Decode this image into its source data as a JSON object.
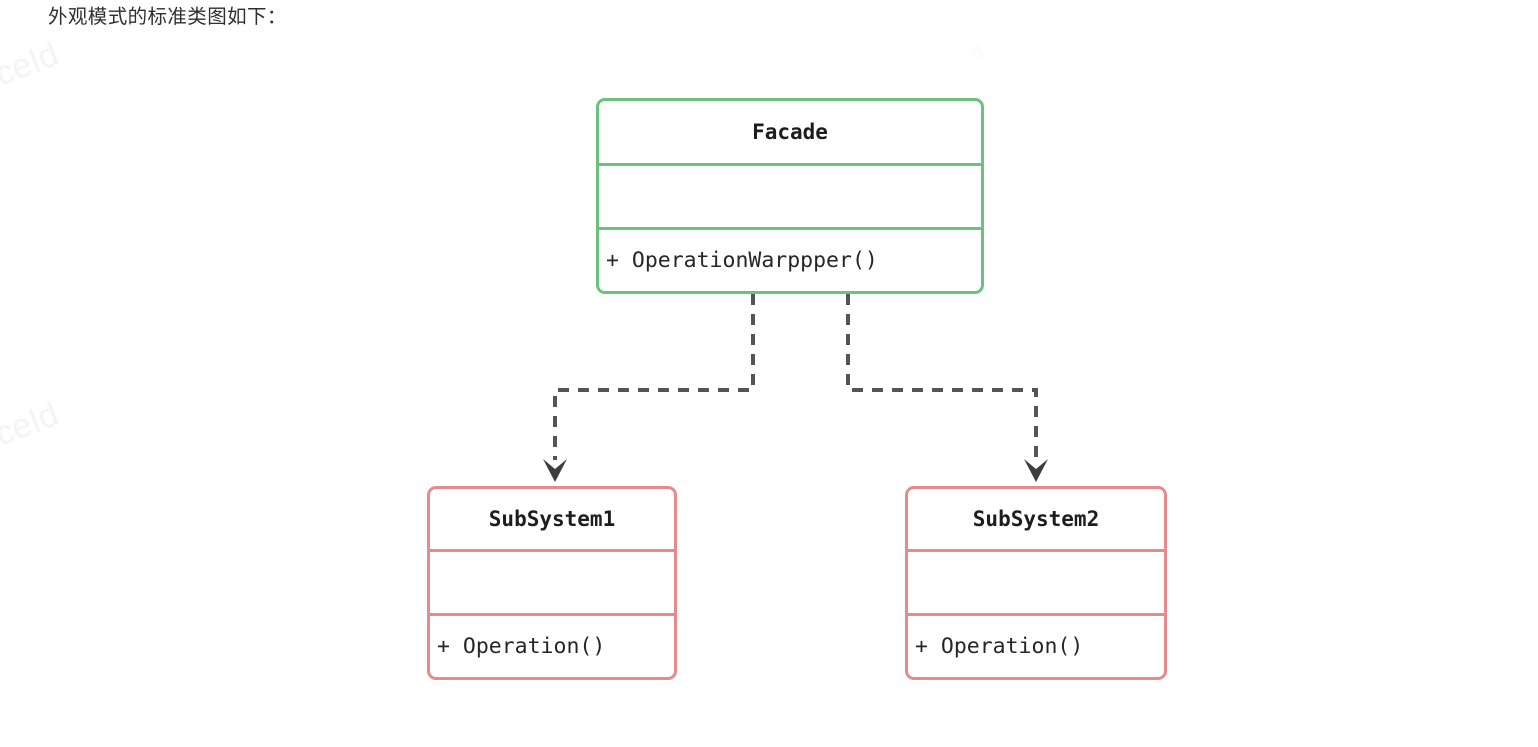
{
  "page": {
    "heading": "外观模式的标准类图如下：",
    "background_color": "#ffffff",
    "watermark_text": "ceId",
    "watermark_fragment": "d"
  },
  "diagram": {
    "type": "uml-class-diagram",
    "pattern": "Facade",
    "classes": [
      {
        "id": "facade",
        "name": "Facade",
        "border_color": "#6cc27a",
        "attributes": [],
        "methods": [
          "+ OperationWarppper()"
        ]
      },
      {
        "id": "subsystem1",
        "name": "SubSystem1",
        "border_color": "#e58b8b",
        "attributes": [],
        "methods": [
          "+ Operation()"
        ]
      },
      {
        "id": "subsystem2",
        "name": "SubSystem2",
        "border_color": "#e58b8b",
        "attributes": [],
        "methods": [
          "+ Operation()"
        ]
      }
    ],
    "relations": [
      {
        "id": "facade-to-subsystem1",
        "from": "facade",
        "to": "subsystem1",
        "style": "dashed",
        "arrow": "open-v",
        "color": "#555555"
      },
      {
        "id": "facade-to-subsystem2",
        "from": "facade",
        "to": "subsystem2",
        "style": "dashed",
        "arrow": "open-v",
        "color": "#555555"
      }
    ]
  }
}
